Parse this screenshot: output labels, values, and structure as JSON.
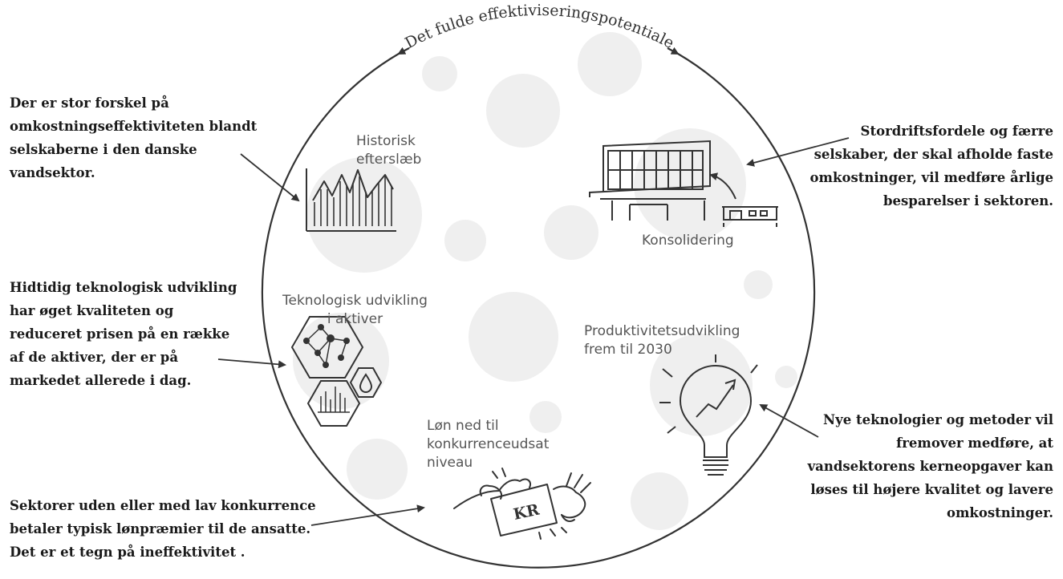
{
  "diagram": {
    "title": "Det fulde effektiviseringspotentiale",
    "notes": {
      "historisk": [
        "Der er stor forskel på",
        "omkostningseffektiviteten blandt",
        "selskaberne i den danske",
        "vandsektor."
      ],
      "konsolidering": [
        "Stordriftsfordele og færre",
        "selskaber, der skal afholde faste",
        "omkostninger, vil medføre årlige",
        "besparelser i sektoren."
      ],
      "teknologisk": [
        "Hidtidig teknologisk udvikling",
        "har øget kvaliteten og",
        "reduceret prisen på en række",
        "af de aktiver, der er på",
        "markedet allerede i dag."
      ],
      "produktivitet": [
        "Nye teknologier og metoder vil",
        "fremover medføre, at",
        "vandsektorens kerneopgaver kan",
        "løses til højere kvalitet og lavere",
        "omkostninger."
      ],
      "loen": [
        "Sektorer uden eller med lav konkurrence",
        "betaler typisk lønpræmier til de ansatte.",
        "Det er et tegn på ineffektivitet ."
      ]
    },
    "labels": {
      "historisk": [
        "Historisk",
        "efterslæb"
      ],
      "konsolidering": [
        "Konsolidering"
      ],
      "teknologisk": [
        "Teknologisk udvikling",
        "i aktiver"
      ],
      "produktivitet": [
        "Produktivitetsudvikling",
        "frem til 2030"
      ],
      "loen": [
        "Løn ned til",
        "konkurrenceudsat",
        "niveau"
      ]
    },
    "money_text": "KR",
    "icons": [
      "line-chart-icon",
      "building-icon",
      "network-hexagon-icon",
      "water-drop-icon",
      "bar-hexagon-icon",
      "lightbulb-growth-icon",
      "money-hands-icon"
    ],
    "colors": {
      "stroke": "#333333",
      "background_blob": "#efefef",
      "text": "#1a1a1a",
      "label": "#555555"
    }
  }
}
